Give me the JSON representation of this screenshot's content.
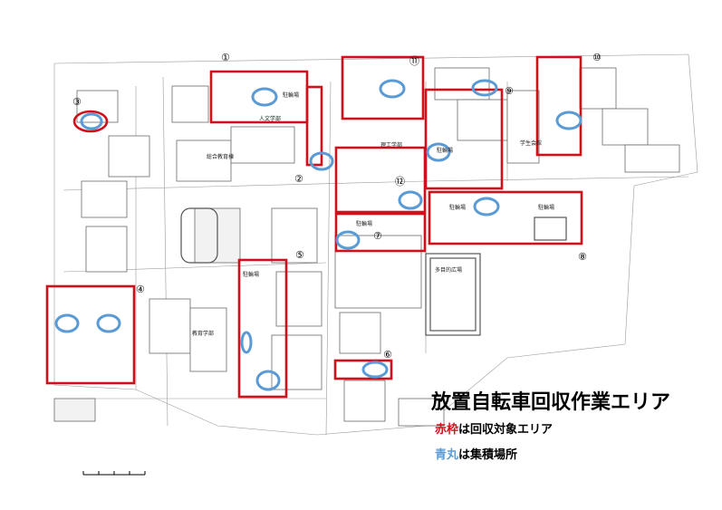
{
  "legend": {
    "title": "放置自転車回収作業エリア",
    "red_key": "赤枠",
    "red_rest": "は回収対象エリア",
    "blue_key": "青丸",
    "blue_rest": "は集積場所",
    "red_color": "#d0101a",
    "blue_color": "#5b9bd5"
  },
  "area_numbers": [
    "①",
    "②",
    "③",
    "④",
    "⑤",
    "⑥",
    "⑦",
    "⑧",
    "⑨",
    "⑩",
    "⑪",
    "⑫"
  ],
  "map_labels": {
    "humanities": "人文学部",
    "sougou": "総合教育棟",
    "science": "理工学部",
    "education": "教育学部",
    "plaza": "多目的広場",
    "bike1": "駐輪場",
    "bike2": "駐輪場",
    "bike3": "駐輪場",
    "bike4": "駐輪場",
    "bike5": "駐輪場",
    "bike6": "駐輪場",
    "gakusei": "学生会館",
    "kyoiku": "教育学部"
  }
}
